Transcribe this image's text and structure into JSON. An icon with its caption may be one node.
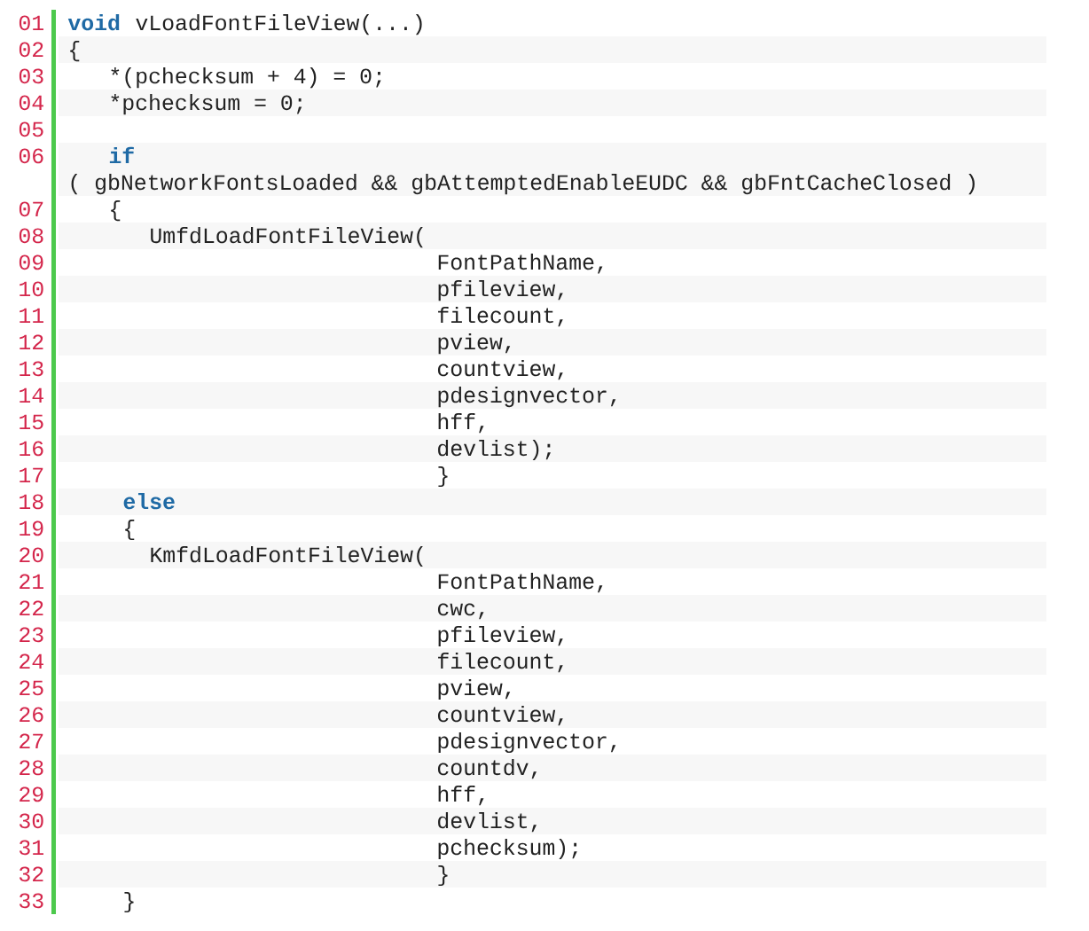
{
  "diagram": {
    "labels": [
      "01",
      "void",
      "vLoadFontFileView(...)",
      "02",
      "{",
      "03",
      "*(pchecksum + 4) = 0;",
      "04",
      "*pchecksum = 0;",
      "05",
      "06",
      "if",
      "( gbNetworkFontsLoaded && gbAttemptedEnableEUDC && gbFntCacheClosed )",
      "07",
      "{",
      "08",
      "UmfdLoadFontFileView(",
      "09",
      "FontPathName,",
      "10",
      "pfileview,",
      "11",
      "filecount,",
      "12",
      "pview,",
      "13",
      "countview,",
      "14",
      "pdesignvector,",
      "15",
      "hff,",
      "16",
      "devlist);",
      "17",
      "}",
      "18",
      "else",
      "19",
      "{",
      "20",
      "KmfdLoadFontFileView(",
      "21",
      "FontPathName,",
      "22",
      "cwc,",
      "23",
      "pfileview,",
      "24",
      "filecount,",
      "25",
      "pview,",
      "26",
      "countview,",
      "27",
      "pdesignvector,",
      "28",
      "countdv,",
      "29",
      "hff,",
      "30",
      "devlist,",
      "31",
      "pchecksum);",
      "32",
      "}",
      "33",
      "}"
    ]
  }
}
